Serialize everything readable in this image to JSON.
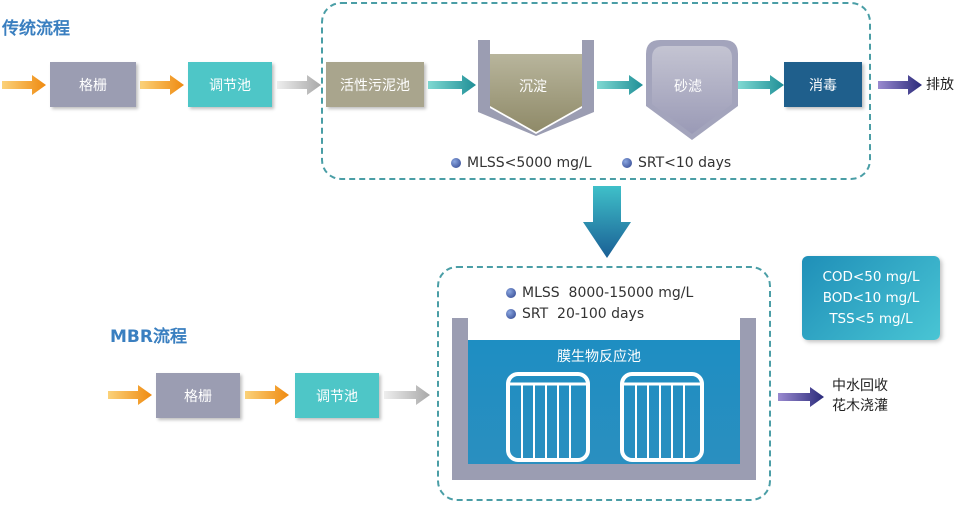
{
  "traditional": {
    "title": "传统流程",
    "steps": [
      "格栅",
      "调节池",
      "活性污泥池",
      "沉淀",
      "砂滤",
      "消毒"
    ],
    "output": "排放",
    "params": [
      "MLSS<5000 mg/L",
      "SRT<10 days"
    ]
  },
  "mbr": {
    "title": "MBR流程",
    "steps": [
      "格栅",
      "调节池"
    ],
    "reactor": "膜生物反应池",
    "params": [
      "MLSS  8000-15000 mg/L",
      "SRT  20-100 days"
    ],
    "output_line1": "中水回收",
    "output_line2": "花木浇灌",
    "quality": [
      "COD<50 mg/L",
      "BOD<10 mg/L",
      "TSS<5 mg/L"
    ]
  },
  "colors": {
    "title": "#3a7fc0",
    "gray_box": "#9b9db2",
    "teal_box": "#4ec6c7",
    "olive_box": "#a9a58d",
    "navy_box": "#1f5f8c",
    "dashed_border": "#4a9ea6",
    "reactor_water": "#1e8cbf"
  },
  "icons": [
    "orange-arrow-icon",
    "gray-arrow-icon",
    "teal-arrow-icon",
    "purple-arrow-icon",
    "down-arrow-icon",
    "membrane-module-icon"
  ]
}
